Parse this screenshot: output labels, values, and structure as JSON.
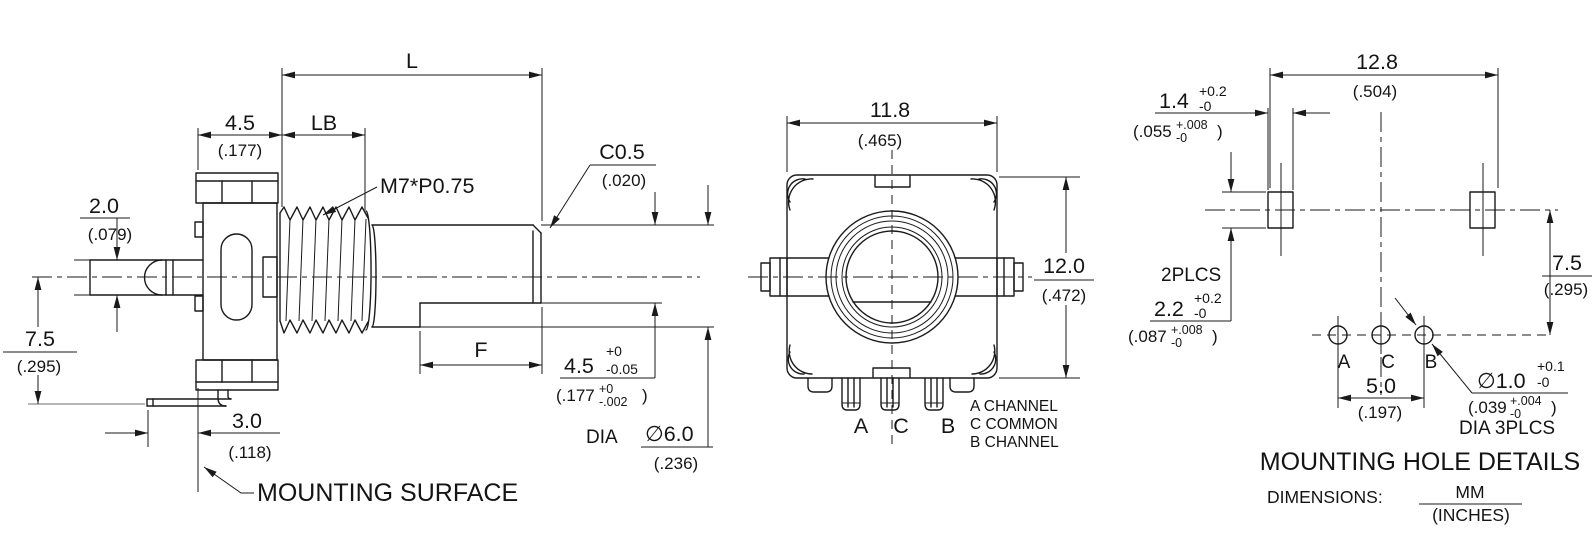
{
  "side": {
    "length_label": "L",
    "body_width": {
      "mm": "4.5",
      "inch": "(.177)"
    },
    "bushing_label": "LB",
    "thread_spec": "M7*P0.75",
    "chamfer": {
      "mm": "C0.5",
      "inch": "(.020)"
    },
    "pin_height": {
      "mm": "2.0",
      "inch": "(.079)"
    },
    "center_height": {
      "mm": "7.5",
      "inch": "(.295)"
    },
    "flat_label": "F",
    "flat_height": {
      "mm": "4.5",
      "tol_plus": "+0",
      "tol_minus": "-0.05",
      "inch_open": "(.177",
      "inch_tol_plus": "+0",
      "inch_tol_minus": "-.002",
      "inch_close": ")"
    },
    "shaft_dia": {
      "prefix": "DIA",
      "mm": "∅6.0",
      "inch": "(.236)"
    },
    "foot_offset": {
      "mm": "3.0",
      "inch": "(.118)"
    },
    "mounting_surface_label": "MOUNTING SURFACE"
  },
  "front": {
    "width": {
      "mm": "11.8",
      "inch": "(.465)"
    },
    "height": {
      "mm": "12.0",
      "inch": "(.472)"
    },
    "terminals": [
      "A",
      "C",
      "B"
    ],
    "legend": [
      "A CHANNEL",
      "C COMMON",
      "B CHANNEL"
    ]
  },
  "holes": {
    "span": {
      "mm": "12.8",
      "inch": "(.504)"
    },
    "slot_width": {
      "mm": "1.4",
      "tol_plus": "+0.2",
      "tol_minus": "-0",
      "inch_open": "(.055",
      "inch_tol_plus": "+.008",
      "inch_tol_minus": "-0",
      "inch_close": ")"
    },
    "slot_places": "2PLCS",
    "slot_height": {
      "mm": "2.2",
      "tol_plus": "+0.2",
      "tol_minus": "-0",
      "inch_open": "(.087",
      "inch_tol_plus": "+.008",
      "inch_tol_minus": "-0",
      "inch_close": ")"
    },
    "row_offset": {
      "mm": "7.5",
      "inch": "(.295)"
    },
    "pin_spacing": {
      "mm": "5.0",
      "inch": "(.197)"
    },
    "hole_dia": {
      "mm": "∅1.0",
      "tol_plus": "+0.1",
      "tol_minus": "-0",
      "inch_open": "(.039",
      "inch_tol_plus": "+.004",
      "inch_tol_minus": "-0",
      "inch_close": ")",
      "places": "DIA 3PLCS"
    },
    "labels": [
      "A",
      "C",
      "B"
    ],
    "title": "MOUNTING HOLE DETAILS",
    "units_label": "DIMENSIONS:",
    "units_mm": "MM",
    "units_inch": "(INCHES)"
  }
}
